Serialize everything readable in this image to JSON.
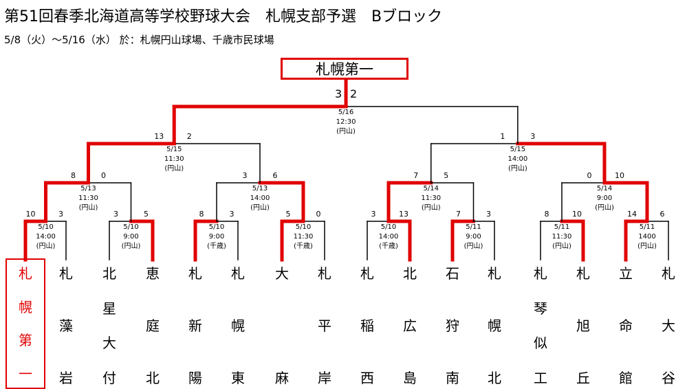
{
  "header": {
    "title": "第51回春季北海道高等学校野球大会　札幌支部予選　Bブロック",
    "subtitle": "5/8（火）〜5/16（水）  於：札幌円山球場、千歳市民球場"
  },
  "champion": "札幌第一",
  "colors": {
    "win": "#e00000",
    "line": "#000000"
  },
  "teams": [
    {
      "chars": [
        "札",
        "幌",
        "第",
        "一"
      ]
    },
    {
      "chars": [
        "札",
        "藻",
        "岩"
      ]
    },
    {
      "chars": [
        "北",
        "星",
        "大",
        "付"
      ]
    },
    {
      "chars": [
        "恵",
        "庭",
        "北"
      ]
    },
    {
      "chars": [
        "札",
        "新",
        "陽"
      ]
    },
    {
      "chars": [
        "札",
        "幌",
        "東"
      ]
    },
    {
      "chars": [
        "大",
        "",
        "麻"
      ]
    },
    {
      "chars": [
        "札",
        "平",
        "岸"
      ]
    },
    {
      "chars": [
        "札",
        "稲",
        "西"
      ]
    },
    {
      "chars": [
        "北",
        "広",
        "島"
      ]
    },
    {
      "chars": [
        "石",
        "狩",
        "南"
      ]
    },
    {
      "chars": [
        "札",
        "幌",
        "北"
      ]
    },
    {
      "chars": [
        "札",
        "琴",
        "似",
        "工"
      ]
    },
    {
      "chars": [
        "札",
        "旭",
        "丘"
      ]
    },
    {
      "chars": [
        "立",
        "命",
        "館"
      ]
    },
    {
      "chars": [
        "札",
        "大",
        "谷"
      ]
    }
  ],
  "matches": [
    {
      "id": "r1-1",
      "date": "5/10",
      "time": "14:00",
      "venue": "(円山)",
      "left": "10",
      "right": "3"
    },
    {
      "id": "r1-2",
      "date": "5/10",
      "time": "9:00",
      "venue": "(円山)",
      "left": "3",
      "right": "5"
    },
    {
      "id": "r1-3",
      "date": "5/10",
      "time": "9:00",
      "venue": "(千歳)",
      "left": "8",
      "right": "3"
    },
    {
      "id": "r1-4",
      "date": "5/10",
      "time": "11:30",
      "venue": "(千歳)",
      "left": "5",
      "right": "0"
    },
    {
      "id": "r1-5",
      "date": "5/10",
      "time": "14:00",
      "venue": "(千歳)",
      "left": "3",
      "right": "13"
    },
    {
      "id": "r1-6",
      "date": "5/11",
      "time": "9:00",
      "venue": "(円山)",
      "left": "7",
      "right": "3"
    },
    {
      "id": "r1-7",
      "date": "5/11",
      "time": "11:30",
      "venue": "(円山)",
      "left": "8",
      "right": "10"
    },
    {
      "id": "r1-8",
      "date": "5/11",
      "time": "1400",
      "venue": "(円山)",
      "left": "14",
      "right": "6"
    },
    {
      "id": "r2-1",
      "date": "5/13",
      "time": "11:30",
      "venue": "(円山)",
      "left": "8",
      "right": "0"
    },
    {
      "id": "r2-2",
      "date": "5/13",
      "time": "14:00",
      "venue": "(円山)",
      "left": "3",
      "right": "6"
    },
    {
      "id": "r2-3",
      "date": "5/14",
      "time": "11:30",
      "venue": "(円山)",
      "left": "7",
      "right": "5"
    },
    {
      "id": "r2-4",
      "date": "5/14",
      "time": "9:00",
      "venue": "(円山)",
      "left": "0",
      "right": "10"
    },
    {
      "id": "r3-1",
      "date": "5/15",
      "time": "11:30",
      "venue": "(円山)",
      "left": "13",
      "right": "2"
    },
    {
      "id": "r3-2",
      "date": "5/15",
      "time": "14:00",
      "venue": "(円山)",
      "left": "1",
      "right": "3"
    },
    {
      "id": "final",
      "date": "5/16",
      "time": "12:30",
      "venue": "(円山)",
      "left": "3",
      "right": "2"
    }
  ]
}
